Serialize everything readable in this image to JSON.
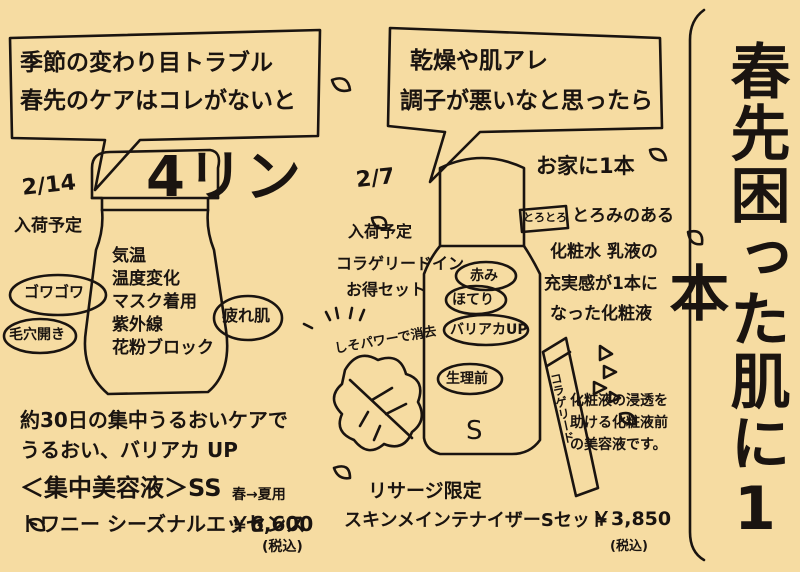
{
  "title_vertical": "春先困った肌に1本",
  "left": {
    "bubble_line1": "季節の変わり目トラブル",
    "bubble_line2": "春先のケアはコレがないと",
    "date": "2/14",
    "arrival": "入荷予定",
    "bottle_label": "4リン",
    "tag_goawa": "ゴワゴワ",
    "tag_pores": "毛穴開き",
    "tag_tired": "疲れ肌",
    "causes": [
      "気温",
      "温度変化",
      "マスク着用",
      "紫外線",
      "花粉ブロック"
    ],
    "desc_line1": "約30日の集中うるおいケアで",
    "desc_line2": "うるおい、バリアカ UP",
    "product_type": "＜集中美容液＞SS",
    "season_note": "春→夏用",
    "product_name": "トワニー シーズナルエッセンス",
    "price": "￥6,600",
    "tax": "(税込)"
  },
  "right": {
    "bubble_line1": "乾燥や肌アレ",
    "bubble_line2": "調子が悪いなと思ったら",
    "date": "2/7",
    "arrival": "入荷予定",
    "set_line1": "コラゲリードイン",
    "set_line2": "お得セット",
    "leaf_note": "しそパワーで消去",
    "bottle_items": [
      "赤み",
      "ほてり",
      "バリアカUP",
      "生理前"
    ],
    "bottle_logo": "S",
    "tube_label": "コラゲリード",
    "home_line": "お家に1本",
    "toro_badge": "とろとろ",
    "toro_text": "とろみのある",
    "desc1": "化粧水 乳液の",
    "desc2": "充実感が1本に",
    "desc3": "なった化粧液",
    "note1": "化粧液の浸透を",
    "note2": "助ける化粧液前",
    "note3": "の美容液です。",
    "limited": "リサージ限定",
    "product_name": "スキンメインテナイザーSセット",
    "price": "￥3,850",
    "tax": "(税込)"
  }
}
